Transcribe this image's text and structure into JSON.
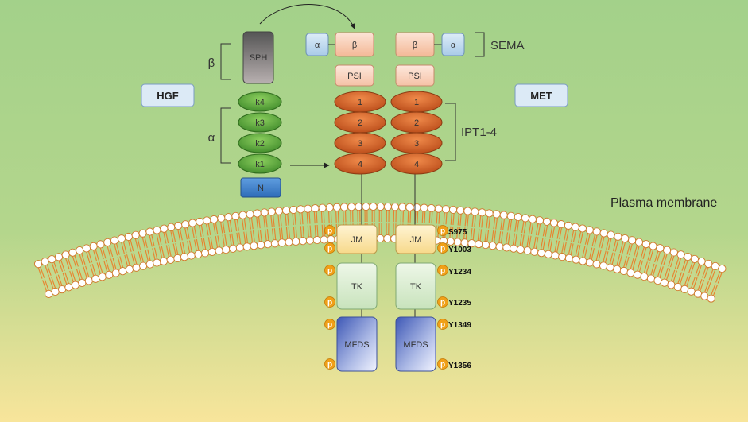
{
  "labels": {
    "hgf": "HGF",
    "met": "MET",
    "plasma_membrane": "Plasma membrane",
    "sema": "SEMA",
    "ipt": "IPT1-4",
    "beta_bracket": "β",
    "alpha_bracket": "α"
  },
  "hgf": {
    "sph": "SPH",
    "kringles": [
      "k4",
      "k3",
      "k2",
      "k1"
    ],
    "n_domain": "N"
  },
  "met": {
    "alpha": "α",
    "beta": "β",
    "psi": "PSI",
    "ipt_domains": [
      "1",
      "2",
      "3",
      "4"
    ],
    "jm": "JM",
    "tk": "TK",
    "mfds": "MFDS",
    "phospho": "p"
  },
  "sites": [
    "S975",
    "Y1003",
    "Y1234",
    "Y1235",
    "Y1349",
    "Y1356"
  ],
  "colors": {
    "background_top": "#a3d18a",
    "background_bottom": "#f7e49a",
    "kringle": "#5aa33c",
    "ipt": "#d9632a",
    "phospho": "#f0a018",
    "membrane_head": "#ffffff",
    "membrane_tail": "#e8822e"
  }
}
